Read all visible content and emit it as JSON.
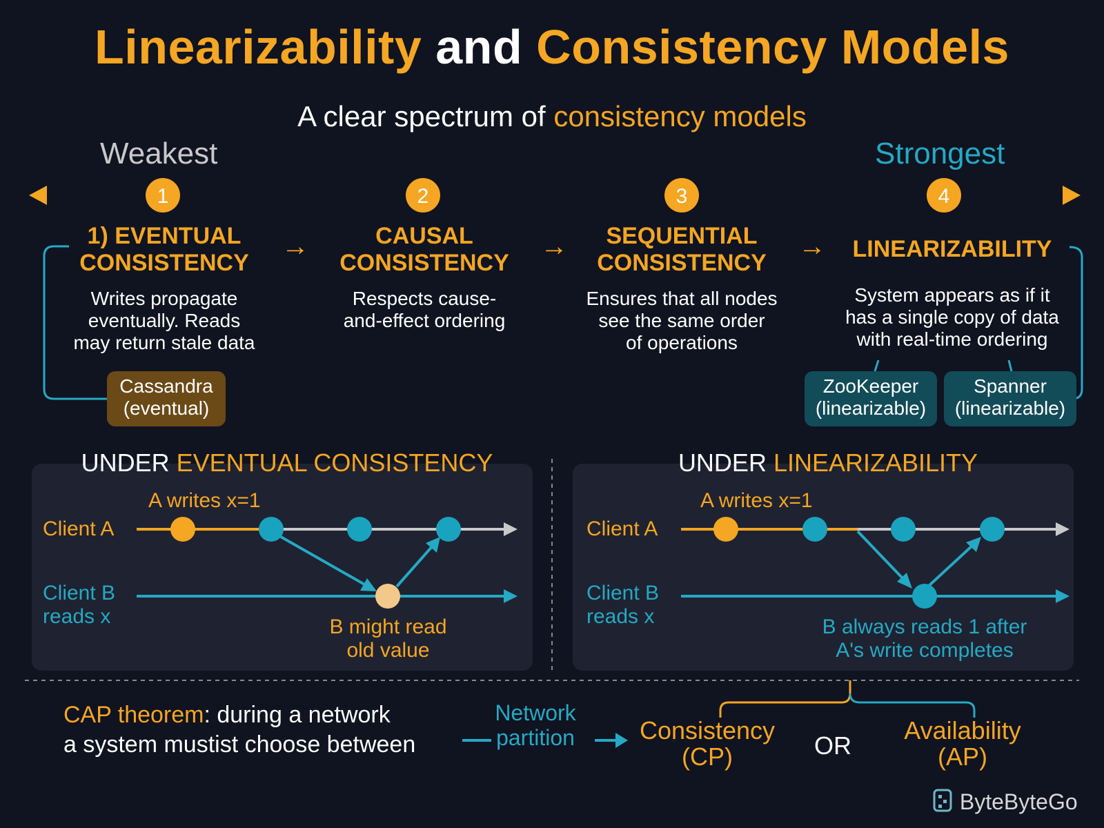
{
  "title": {
    "part1": "Linearizability",
    "part2": "and",
    "part3": "Consistency Models"
  },
  "subtitle": {
    "part1": "A clear spectrum of",
    "part2": "consistency models"
  },
  "spectrum": {
    "weakest_label": "Weakest",
    "strongest_label": "Strongest",
    "markers": [
      "1",
      "2",
      "3",
      "4"
    ]
  },
  "models": [
    {
      "title_line1": "1) EVENTUAL",
      "title_line2": "CONSISTENCY",
      "desc_line1": "Writes propagate",
      "desc_line2": "eventually. Reads",
      "desc_line3": "may return stale data",
      "examples": [
        {
          "line1": "Cassandra",
          "line2": "(eventual)"
        }
      ]
    },
    {
      "title_line1": "CAUSAL",
      "title_line2": "CONSISTENCY",
      "desc_line1": "Respects cause-",
      "desc_line2": "and-effect ordering",
      "desc_line3": ""
    },
    {
      "title_line1": "SEQUENTIAL",
      "title_line2": "CONSISTENCY",
      "desc_line1": "Ensures that all nodes",
      "desc_line2": "see the same order",
      "desc_line3": "of operations"
    },
    {
      "title_line1": "LINEARIZABILITY",
      "title_line2": "",
      "desc_line1": "System appears as if it",
      "desc_line2": "has a single copy of data",
      "desc_line3": "with real-time ordering",
      "examples": [
        {
          "line1": "ZooKeeper",
          "line2": "(linearizable)"
        },
        {
          "line1": "Spanner",
          "line2": "(linearizable)"
        }
      ]
    }
  ],
  "arrow_glyph": "→",
  "eventual_panel": {
    "title_prefix": "UNDER",
    "title_highlight": "EVENTUAL CONSISTENCY",
    "write_label": "A writes x=1",
    "client_a": "Client A",
    "client_b_line1": "Client B",
    "client_b_line2": "reads x",
    "note_line1": "B might read",
    "note_line2": "old value"
  },
  "linear_panel": {
    "title_prefix": "UNDER",
    "title_highlight": "LINEARIZABILITY",
    "write_label": "A writes x=1",
    "client_a": "Client A",
    "client_b_line1": "Client B",
    "client_b_line2": "reads x",
    "note_line1": "B always reads 1 after",
    "note_line2": "A's write completes"
  },
  "cap": {
    "highlight": "CAP theorem",
    "line1_rest": ": during a network",
    "line2": "a system mustist choose between",
    "network_line1": "Network",
    "network_line2": "partition",
    "cp_line1": "Consistency",
    "cp_line2": "(CP)",
    "or": "OR",
    "ap_line1": "Availability",
    "ap_line2": "(AP)"
  },
  "brand": "ByteByteGo",
  "colors": {
    "background": "#101320",
    "accent_orange": "#f5a623",
    "accent_teal": "#25a9c4",
    "panel": "#1f2231"
  },
  "icons": {
    "brand_logo": "bytebytego-logo-icon"
  }
}
